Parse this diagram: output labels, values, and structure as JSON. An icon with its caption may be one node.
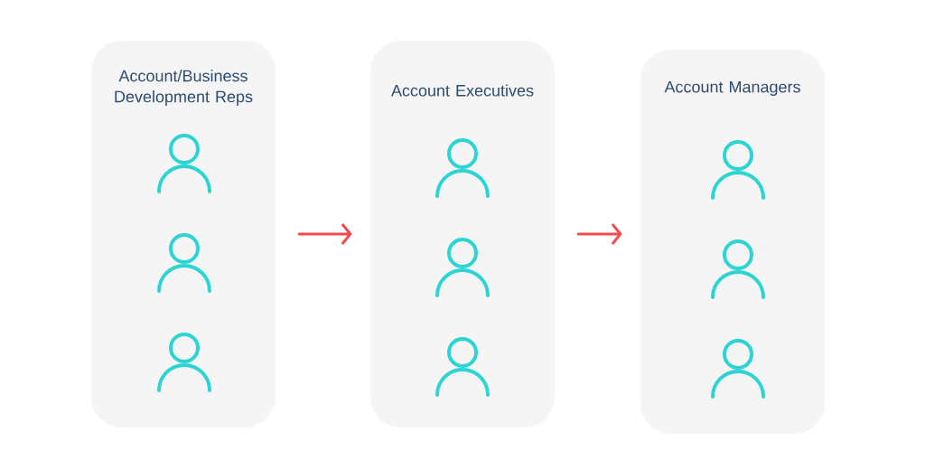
{
  "diagram": {
    "nodes": [
      {
        "text": [
          "Account/Business Development Reps"
        ]
      },
      {
        "text": [
          "Account Executives"
        ]
      },
      {
        "text": [
          "Account Managers"
        ]
      }
    ],
    "edges": [
      {
        "from": 0,
        "to": 1,
        "arrow": "to"
      },
      {
        "from": 1,
        "to": 2,
        "arrow": "to"
      }
    ]
  }
}
